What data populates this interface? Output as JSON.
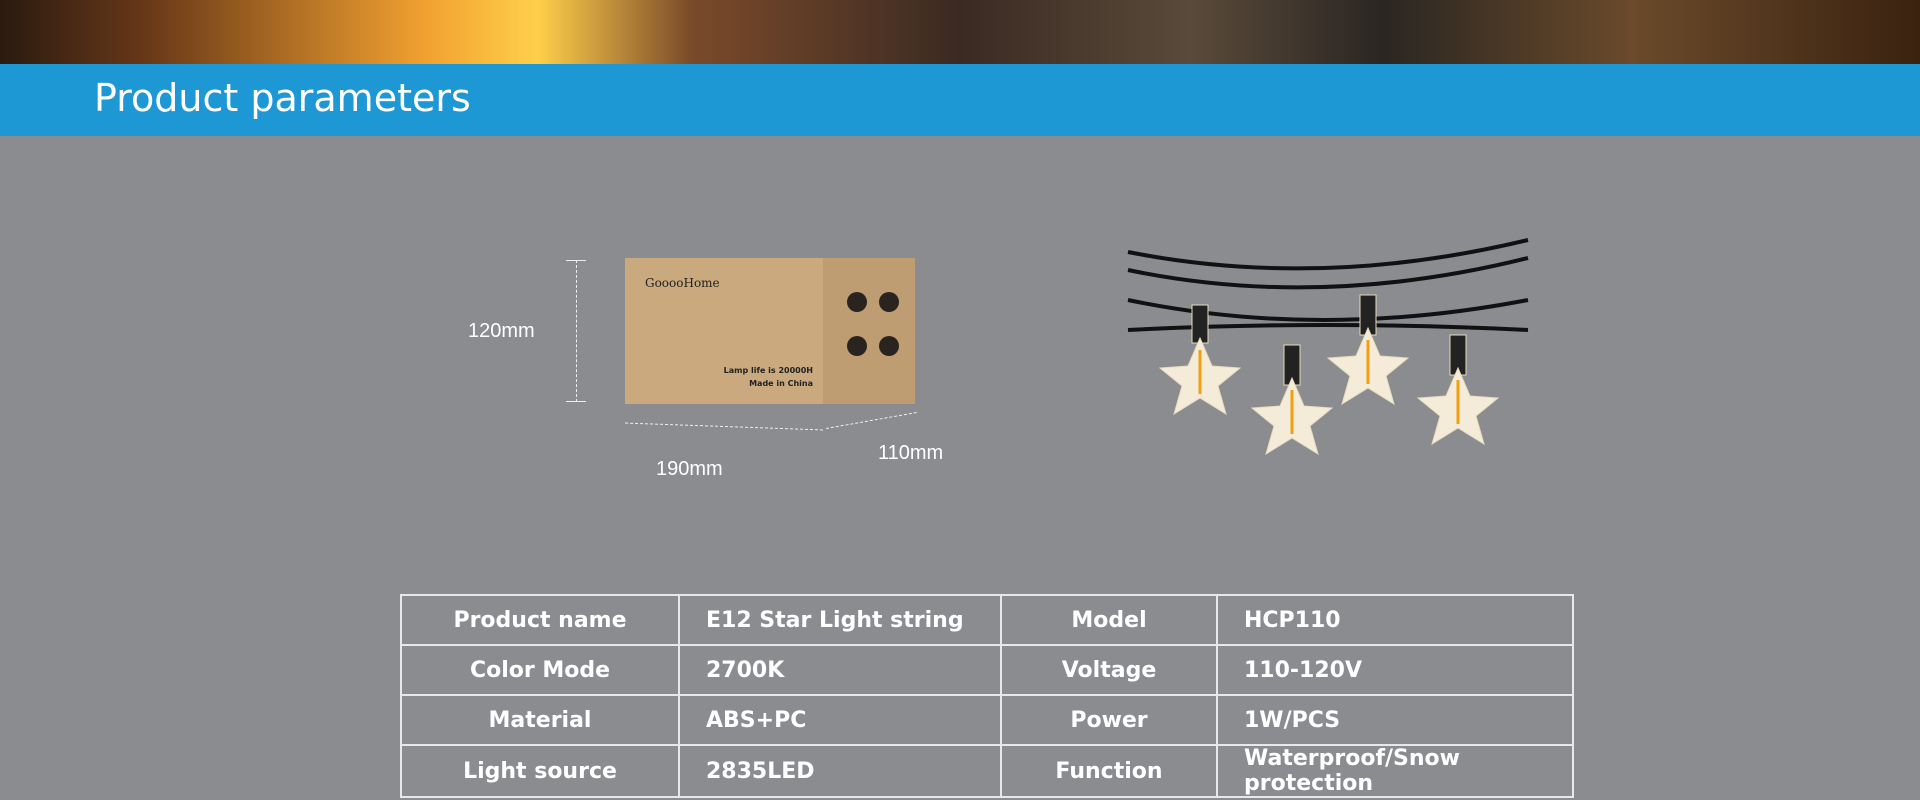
{
  "header": {
    "title": "Product parameters"
  },
  "dimensions": {
    "height": "120mm",
    "length": "190mm",
    "width": "110mm"
  },
  "box": {
    "brand": "GooooHome",
    "line1": "Lamp life is 20000H",
    "line2": "Made in China"
  },
  "table": {
    "rows": [
      {
        "k1": "Product name",
        "v1": "E12 Star Light string",
        "k2": "Model",
        "v2": "HCP110"
      },
      {
        "k1": "Color Mode",
        "v1": "2700K",
        "k2": "Voltage",
        "v2": "110-120V"
      },
      {
        "k1": "Material",
        "v1": "ABS+PC",
        "k2": "Power",
        "v2": "1W/PCS"
      },
      {
        "k1": "Light source",
        "v1": "2835LED",
        "k2": "Function",
        "v2": "Waterproof/Snow protection"
      }
    ]
  }
}
